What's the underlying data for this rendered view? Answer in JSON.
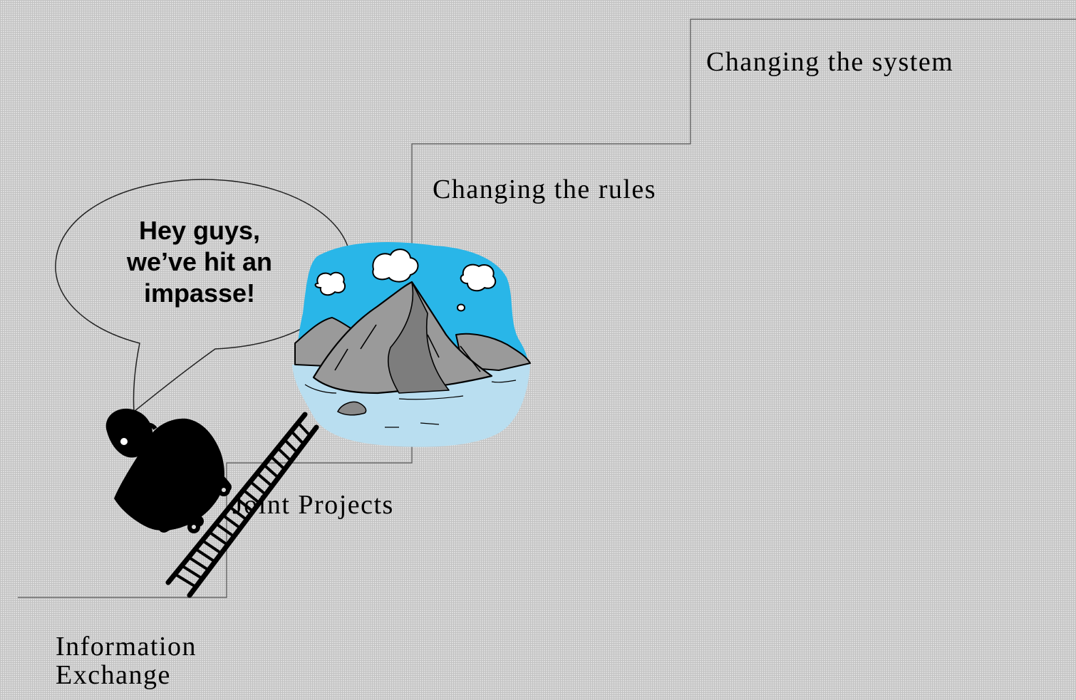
{
  "steps": {
    "information_exchange": [
      "Information",
      "Exchange"
    ],
    "joint_projects": "Joint Projects",
    "changing_rules": "Changing the rules",
    "changing_system": "Changing the system"
  },
  "speech_bubble": {
    "lines": [
      "Hey guys,",
      "we’ve hit an",
      "impasse!"
    ]
  },
  "illustrations": {
    "climber": "person-on-ladder-icon",
    "obstacle": "mountain-island-icon"
  },
  "colors": {
    "background": "#dcdcdc",
    "pattern_line": "#bdbdbd",
    "staircase_line": "#555555",
    "text": "#000000",
    "sky": "#29b6e8",
    "water": "#b9def0",
    "mountain": "#9a9a9a",
    "silhouette": "#000000"
  }
}
